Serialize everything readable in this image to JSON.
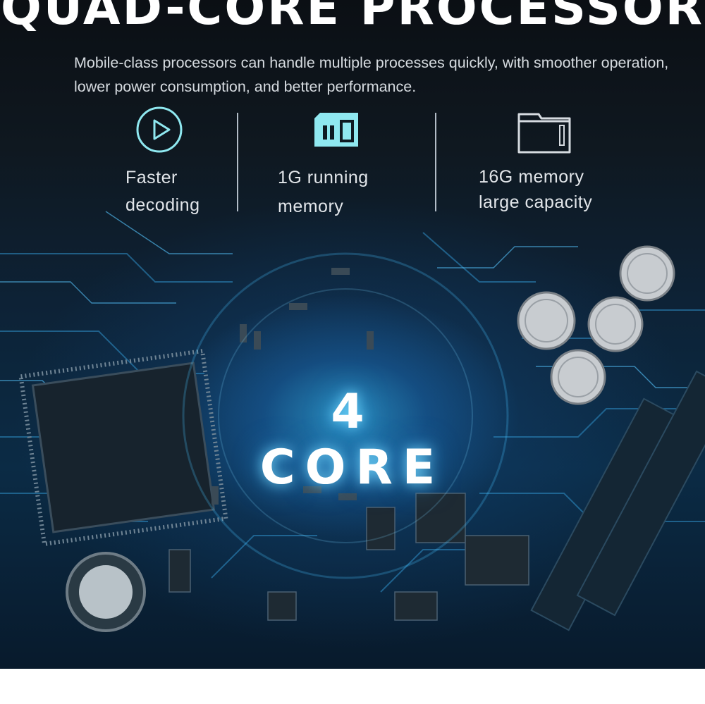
{
  "header": {
    "title": "QUAD-CORE PROCESSOR",
    "subtitle": "Mobile-class processors can handle multiple processes quickly, with smoother operation, lower power consumption, and better performance."
  },
  "features": [
    {
      "icon": "play-circle-icon",
      "line1": "Faster",
      "line2": "decoding"
    },
    {
      "icon": "sd-card-icon",
      "line1": "1G running",
      "line2": "memory"
    },
    {
      "icon": "folder-icon",
      "line1": "16G memory",
      "line2": "large capacity"
    }
  ],
  "center": {
    "label": "4 CORE"
  },
  "colors": {
    "accent": "#8fe8f0",
    "glow": "#3cc8ff",
    "background": "#0d2236"
  }
}
